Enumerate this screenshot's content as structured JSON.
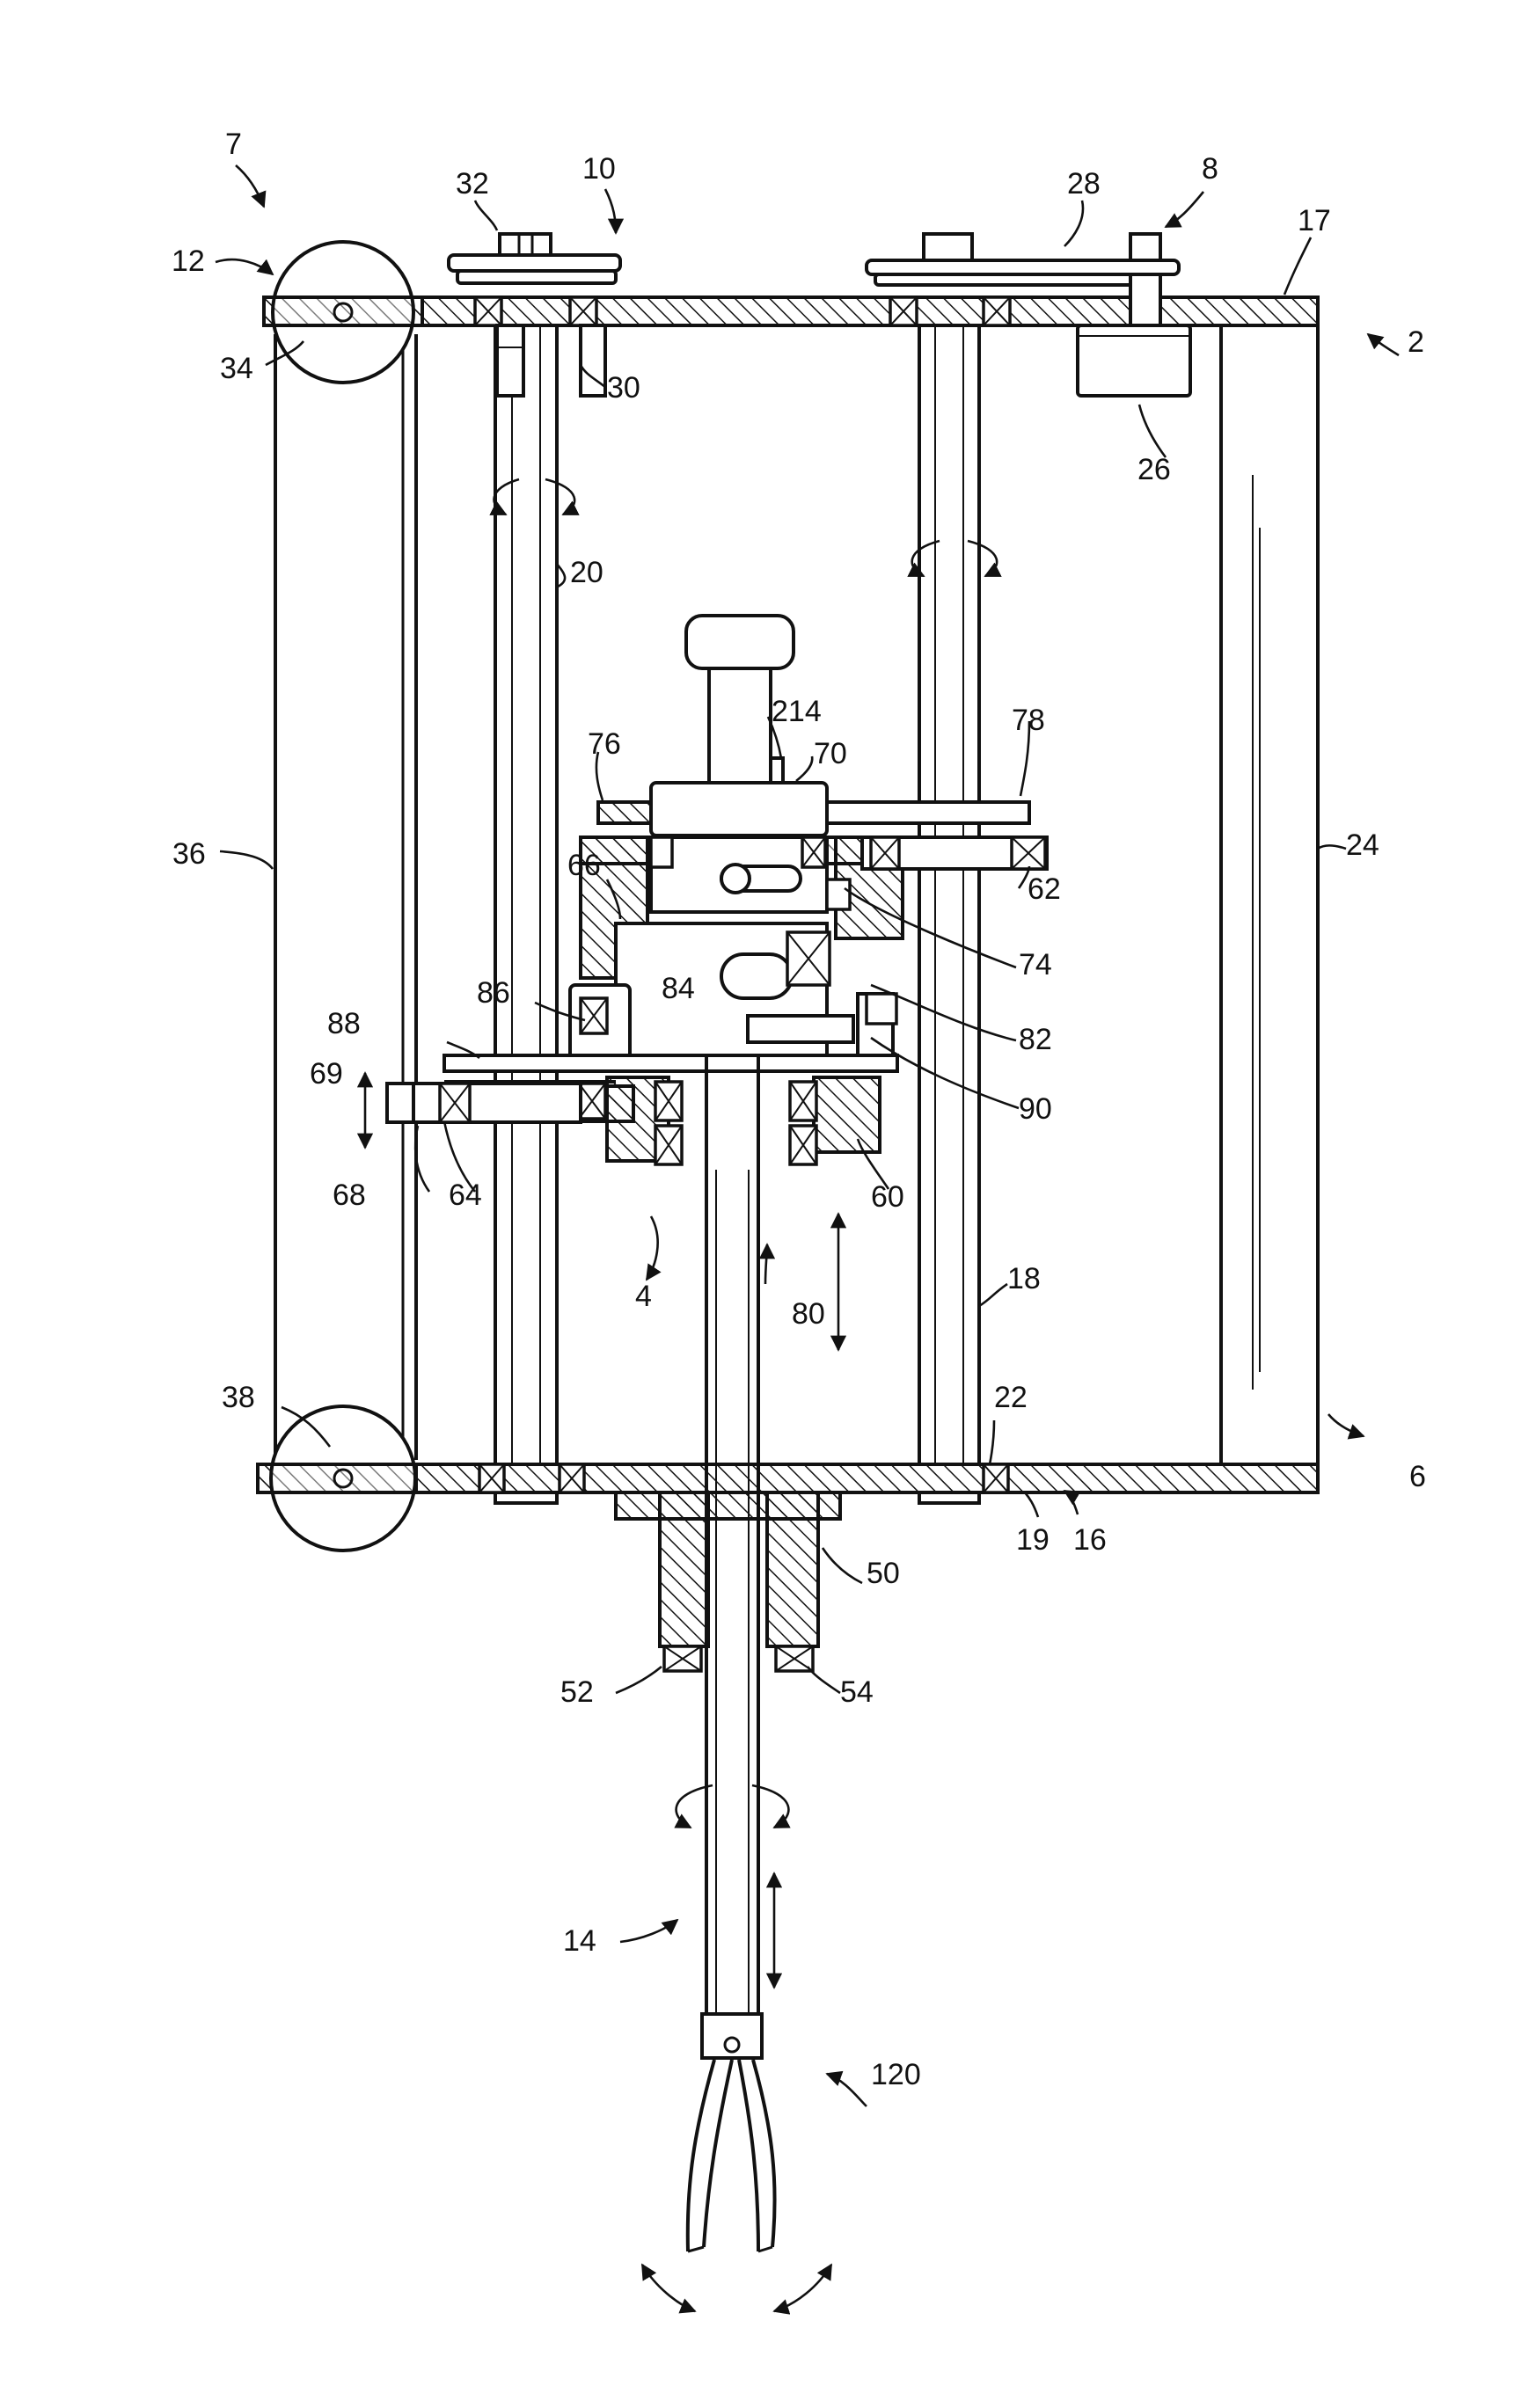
{
  "labels": {
    "l7": "7",
    "l10": "10",
    "l32": "32",
    "l12": "12",
    "l28": "28",
    "l8": "8",
    "l17": "17",
    "l34": "34",
    "l30": "30",
    "l2": "2",
    "l26": "26",
    "l20": "20",
    "l214": "214",
    "l78": "78",
    "l76": "76",
    "l70": "70",
    "l36": "36",
    "l24": "24",
    "l62": "62",
    "l66": "66",
    "l74": "74",
    "l84": "84",
    "l82": "82",
    "l86": "86",
    "l88": "88",
    "l90": "90",
    "l69": "69",
    "l68": "68",
    "l64": "64",
    "l60": "60",
    "l18": "18",
    "l80": "80",
    "l4": "4",
    "l38": "38",
    "l22": "22",
    "l6": "6",
    "l19": "19",
    "l16": "16",
    "l50": "50",
    "l52": "52",
    "l54": "54",
    "l14": "14",
    "l120": "120"
  }
}
